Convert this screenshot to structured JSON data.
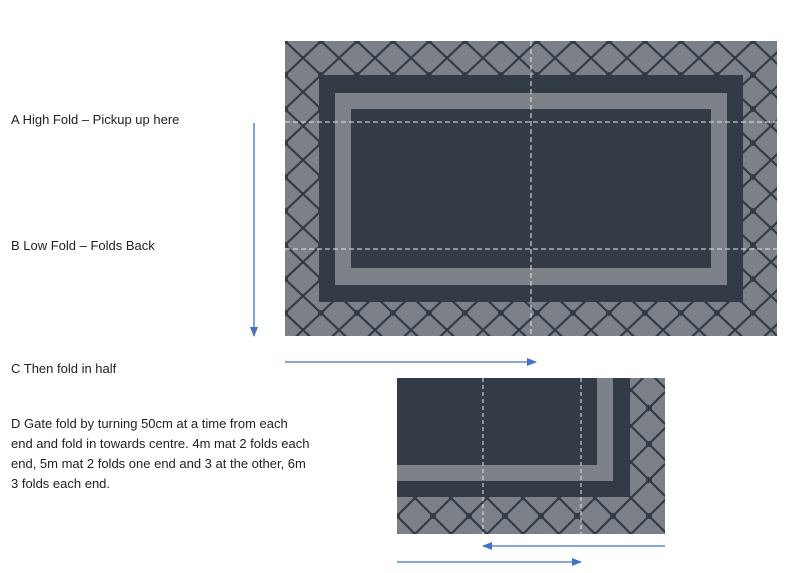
{
  "steps": {
    "a": "A High Fold – Pickup up here",
    "b": "B Low Fold – Folds Back",
    "c": "C Then fold in half",
    "d": "D Gate fold by turning 50cm at a time from each end and fold in towards centre.  4m mat 2 folds each end, 5m mat 2 folds one end and 3 at the other, 6m 3 folds each end."
  },
  "colors": {
    "border_pattern_bg": "#7b8089",
    "pattern_lines": "#323a45",
    "mat_dark": "#323b46",
    "mat_band": "#7d8289",
    "arrow": "#4472c4",
    "fold_line": "#e8e8e8"
  }
}
